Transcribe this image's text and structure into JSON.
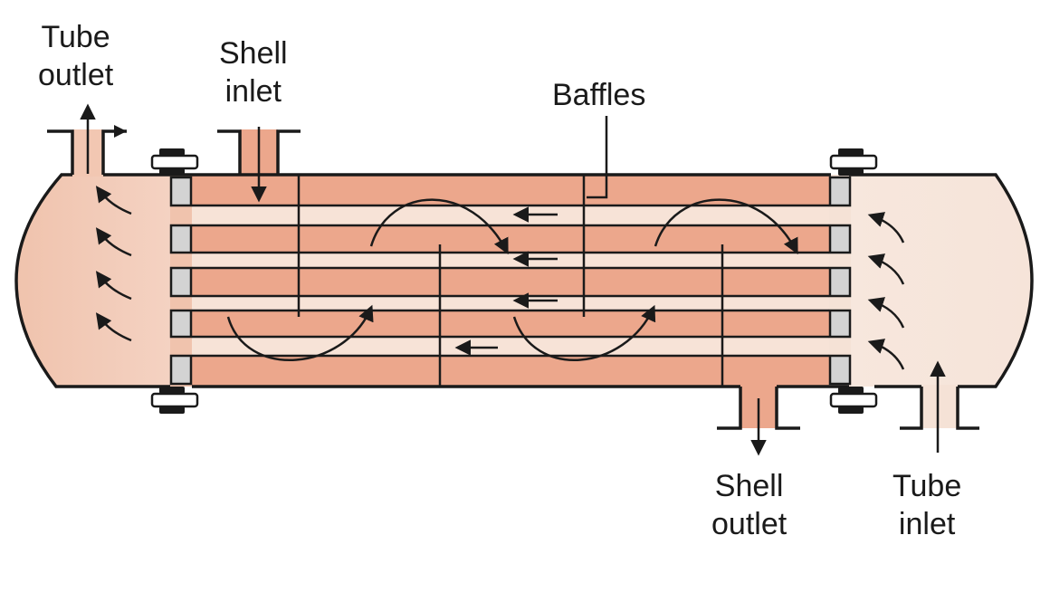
{
  "labels": {
    "tube_outlet": [
      "Tube",
      "outlet"
    ],
    "shell_inlet": [
      "Shell",
      "inlet"
    ],
    "baffles": "Baffles",
    "shell_outlet": [
      "Shell",
      "outlet"
    ],
    "tube_inlet": [
      "Tube",
      "inlet"
    ]
  },
  "colors": {
    "shell_fluid": "#eca78c",
    "tube_fluid": "#f7e3d7",
    "head_left": "#f2c7b2",
    "head_right": "#f5e2d6",
    "tubesheet": "#d3d3d3",
    "outline": "#1a1a1a"
  }
}
